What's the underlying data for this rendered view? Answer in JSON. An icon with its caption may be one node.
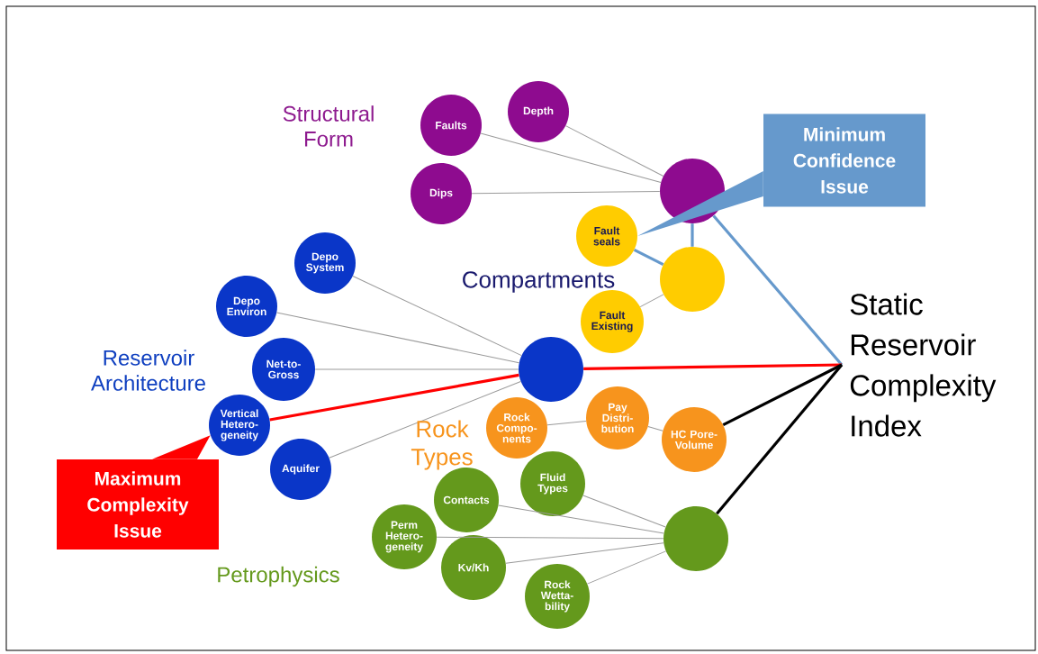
{
  "diagram": {
    "nodes": [
      {
        "text": [
          "Depth"
        ]
      },
      {
        "text": [
          "Faults"
        ]
      },
      {
        "text": [
          "Dips"
        ]
      },
      {
        "text": [],
        "shape": "circle"
      },
      {
        "text": [
          "Minimum Confidence Issue"
        ]
      },
      {
        "text": [
          "Fault seals"
        ]
      },
      {
        "text": [],
        "shape": "circle"
      },
      {
        "text": [
          "Fault Existing"
        ]
      },
      {
        "text": [
          "Depo System"
        ]
      },
      {
        "text": [
          "Depo Environ"
        ]
      },
      {
        "text": [
          "Net-to-Gross"
        ]
      },
      {
        "text": [
          "Vertical Hetero-geneity"
        ]
      },
      {
        "text": [
          "Aquifer"
        ]
      },
      {
        "text": [],
        "shape": "circle"
      },
      {
        "text": [
          "Maximum Complexity Issue"
        ]
      },
      {
        "text": [
          "Rock Compo-nents"
        ]
      },
      {
        "text": [
          "Pay Distri-bution"
        ]
      },
      {
        "text": [
          "HC Pore-Volume"
        ]
      },
      {
        "text": [
          "Fluid Types"
        ]
      },
      {
        "text": [
          "Contacts"
        ]
      },
      {
        "text": [
          "Perm Hetero-geneity"
        ]
      },
      {
        "text": [
          "Kv/Kh"
        ]
      },
      {
        "text": [
          "Rock Wetta-bility"
        ]
      },
      {
        "text": [],
        "shape": "circle"
      },
      {
        "text": [
          "Static",
          "Reservoir",
          "Complexity",
          "Index"
        ]
      }
    ],
    "edges": [
      {
        "from": 1,
        "to": 3,
        "arrow": "none"
      },
      {
        "from": 0,
        "to": 3,
        "arrow": "none"
      },
      {
        "from": 2,
        "to": 3,
        "arrow": "none"
      },
      {
        "from": 3,
        "to": 6,
        "arrow": "none",
        "style": "thick",
        "color": "#6699cc"
      },
      {
        "from": 5,
        "to": 6,
        "arrow": "none",
        "style": "thick",
        "color": "#6699cc"
      },
      {
        "from": 7,
        "to": 6,
        "arrow": "none"
      },
      {
        "from": 3,
        "to": 24,
        "arrow": "none",
        "style": "thick",
        "color": "#6699cc"
      },
      {
        "from": 4,
        "to": 5,
        "arrow": "none",
        "color": "#6699cc"
      },
      {
        "from": 8,
        "to": 13,
        "arrow": "none"
      },
      {
        "from": 9,
        "to": 13,
        "arrow": "none"
      },
      {
        "from": 10,
        "to": 13,
        "arrow": "none"
      },
      {
        "from": 11,
        "to": 13,
        "arrow": "none",
        "style": "thick",
        "color": "#ff0000"
      },
      {
        "from": 12,
        "to": 13,
        "arrow": "none"
      },
      {
        "from": 13,
        "to": 24,
        "arrow": "none",
        "style": "thick",
        "color": "#ff0000"
      },
      {
        "from": 14,
        "to": 11,
        "arrow": "none",
        "color": "#ff0000"
      },
      {
        "from": 15,
        "to": 16,
        "arrow": "none"
      },
      {
        "from": 16,
        "to": 17,
        "arrow": "none"
      },
      {
        "from": 17,
        "to": 24,
        "arrow": "none",
        "style": "thick",
        "color": "#000000"
      },
      {
        "from": 18,
        "to": 23,
        "arrow": "none"
      },
      {
        "from": 19,
        "to": 23,
        "arrow": "none"
      },
      {
        "from": 20,
        "to": 23,
        "arrow": "none"
      },
      {
        "from": 21,
        "to": 23,
        "arrow": "none"
      },
      {
        "from": 22,
        "to": 23,
        "arrow": "none"
      },
      {
        "from": 23,
        "to": 24,
        "arrow": "none",
        "style": "thick",
        "color": "#000000"
      }
    ],
    "labels": [
      "Structural Form",
      "Compartments",
      "Reservoir Architecture",
      "Rock Types",
      "Petrophysics"
    ]
  }
}
